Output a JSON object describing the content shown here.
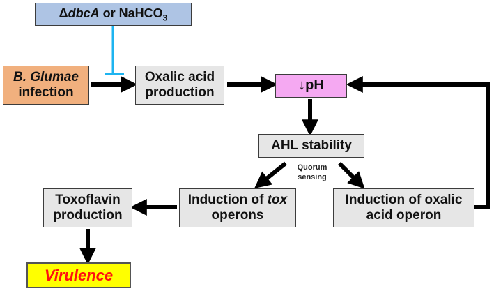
{
  "diagram": {
    "inhibitor": {
      "delta": "Δ",
      "gene": "dbcA",
      "connector": " or NaHCO",
      "subscript": "3"
    },
    "infection": {
      "organism": "B. Glumae",
      "word": "infection"
    },
    "oxalic_production": {
      "line1": "Oxalic acid",
      "line2": "production"
    },
    "ph": {
      "label": "↓pH"
    },
    "ahl": {
      "label": "AHL stability"
    },
    "quorum": {
      "line1": "Quorum",
      "line2": "sensing"
    },
    "tox_operons": {
      "prefix": "Induction of ",
      "gene": "tox",
      "line2": "operons"
    },
    "oxalic_operon": {
      "line1": "Induction of oxalic",
      "line2": "acid operon"
    },
    "toxoflavin": {
      "line1": "Toxoflavin",
      "line2": "production"
    },
    "virulence": {
      "label": "Virulence"
    },
    "colors": {
      "inhibitor_fill": "#aec4e4",
      "infection_fill": "#f1b07e",
      "ph_fill": "#f5a9f2",
      "node_fill": "#e6e6e6",
      "virulence_fill": "#ffff00",
      "virulence_text": "#ff1010",
      "inhibition_line": "#1eb4f0",
      "arrow": "#000000"
    }
  }
}
